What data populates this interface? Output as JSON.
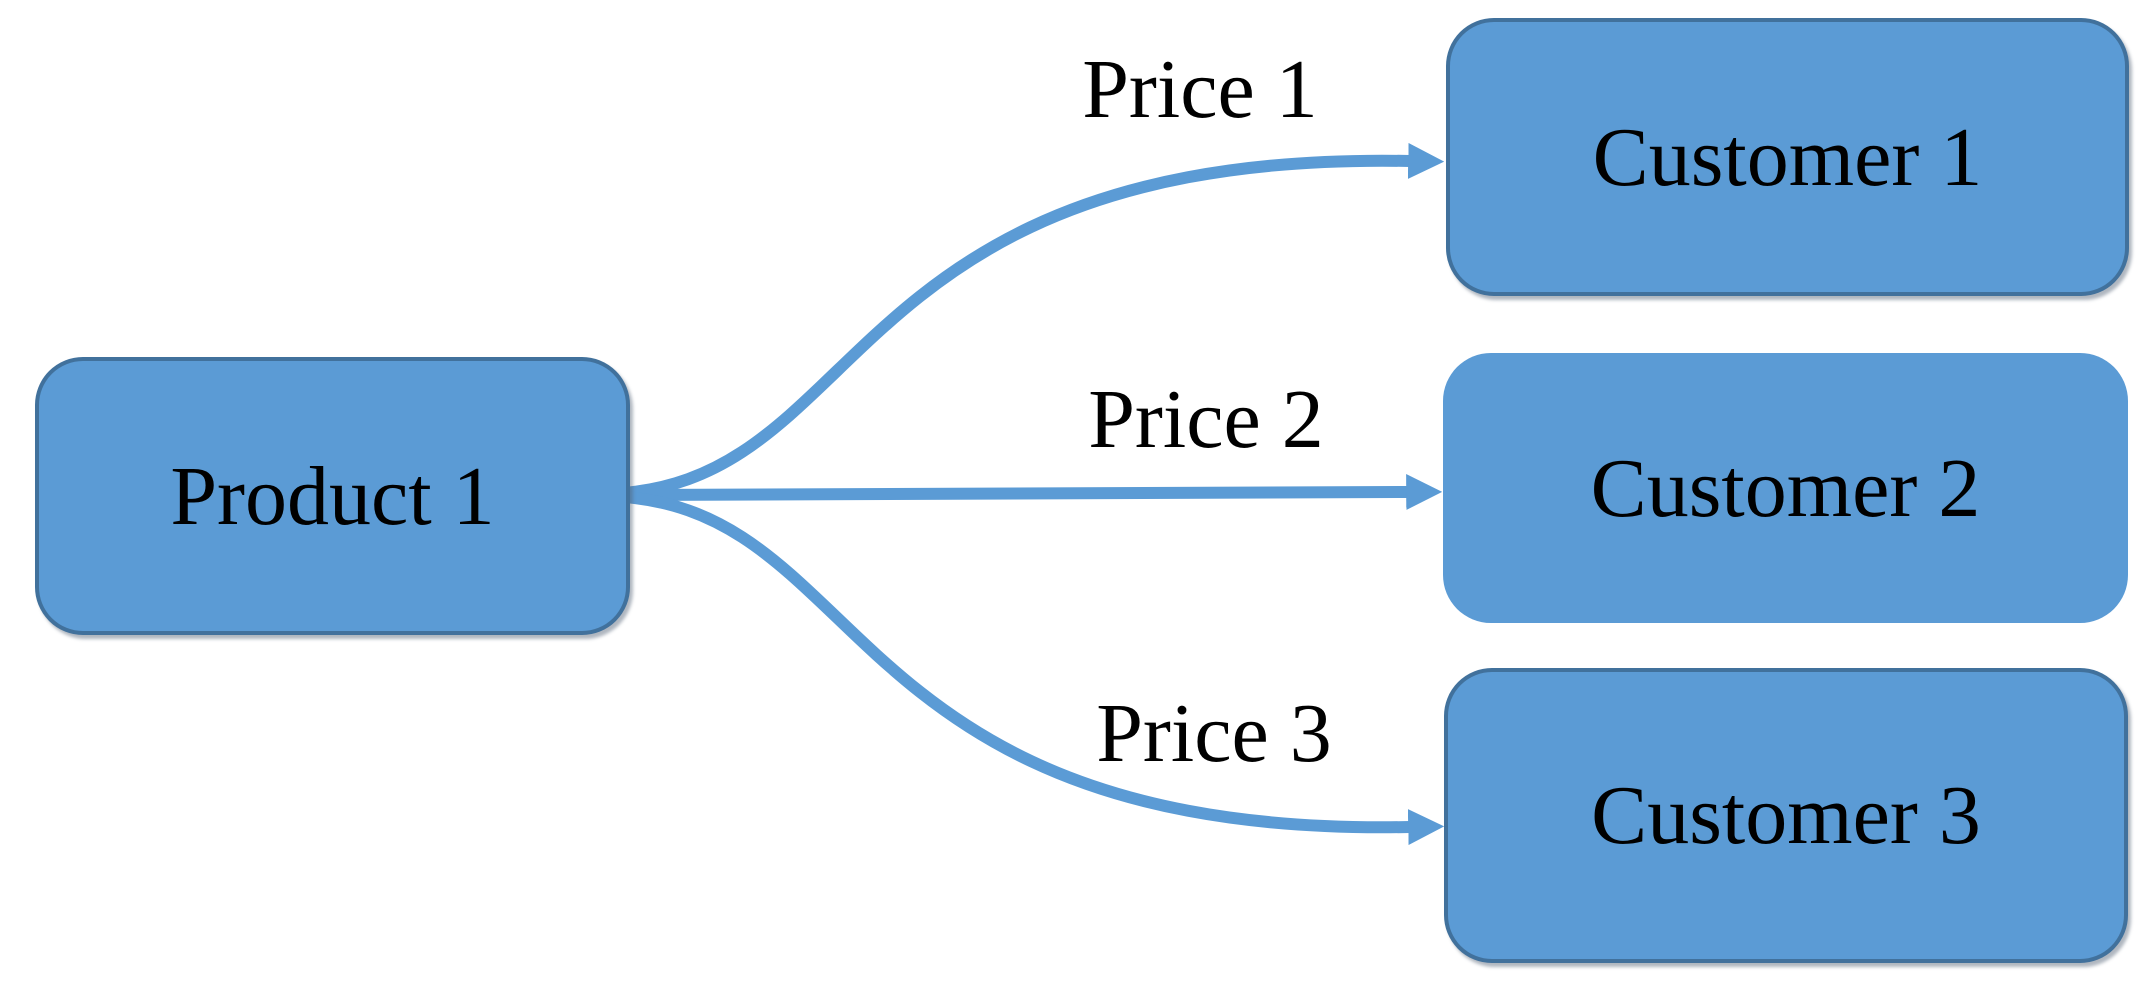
{
  "diagram": {
    "product": {
      "label": "Product 1"
    },
    "customers": [
      {
        "label": "Customer 1"
      },
      {
        "label": "Customer 2"
      },
      {
        "label": "Customer 3"
      }
    ],
    "edges": [
      {
        "label": "Price 1"
      },
      {
        "label": "Price 2"
      },
      {
        "label": "Price 3"
      }
    ],
    "colors": {
      "node_fill": "#5B9BD5",
      "node_border": "#41719C",
      "arrow": "#5B9BD5",
      "text": "#000000",
      "background": "#FFFFFF"
    }
  }
}
